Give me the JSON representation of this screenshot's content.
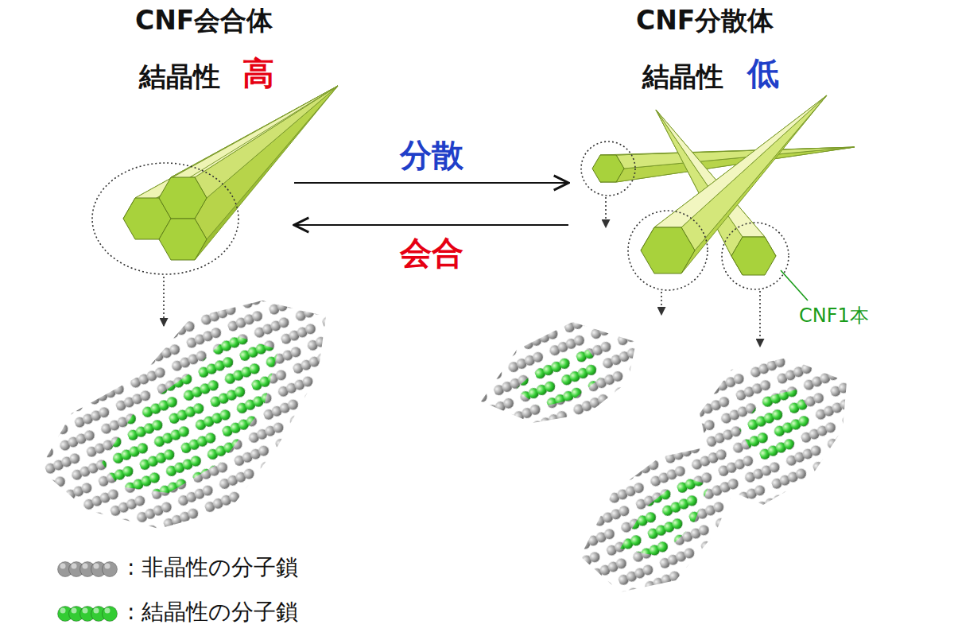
{
  "diagram": {
    "nodes": [
      {
        "text": [
          "CNF会合体",
          "結晶性",
          "高"
        ]
      },
      {
        "text": [
          "CNF分散体",
          "結晶性",
          "低"
        ]
      }
    ],
    "edges": [
      {
        "from": 0,
        "to": 1,
        "arrow": "to",
        "label": "分散"
      },
      {
        "from": 1,
        "to": 0,
        "arrow": "to",
        "label": "会合"
      }
    ],
    "labels": [
      "CNF1本"
    ],
    "legend": [
      {
        "text": ": 非晶性の分子鎖",
        "color": "#9a9a9a"
      },
      {
        "text": ": 結晶性の分子鎖",
        "color": "#33cc33"
      }
    ]
  }
}
